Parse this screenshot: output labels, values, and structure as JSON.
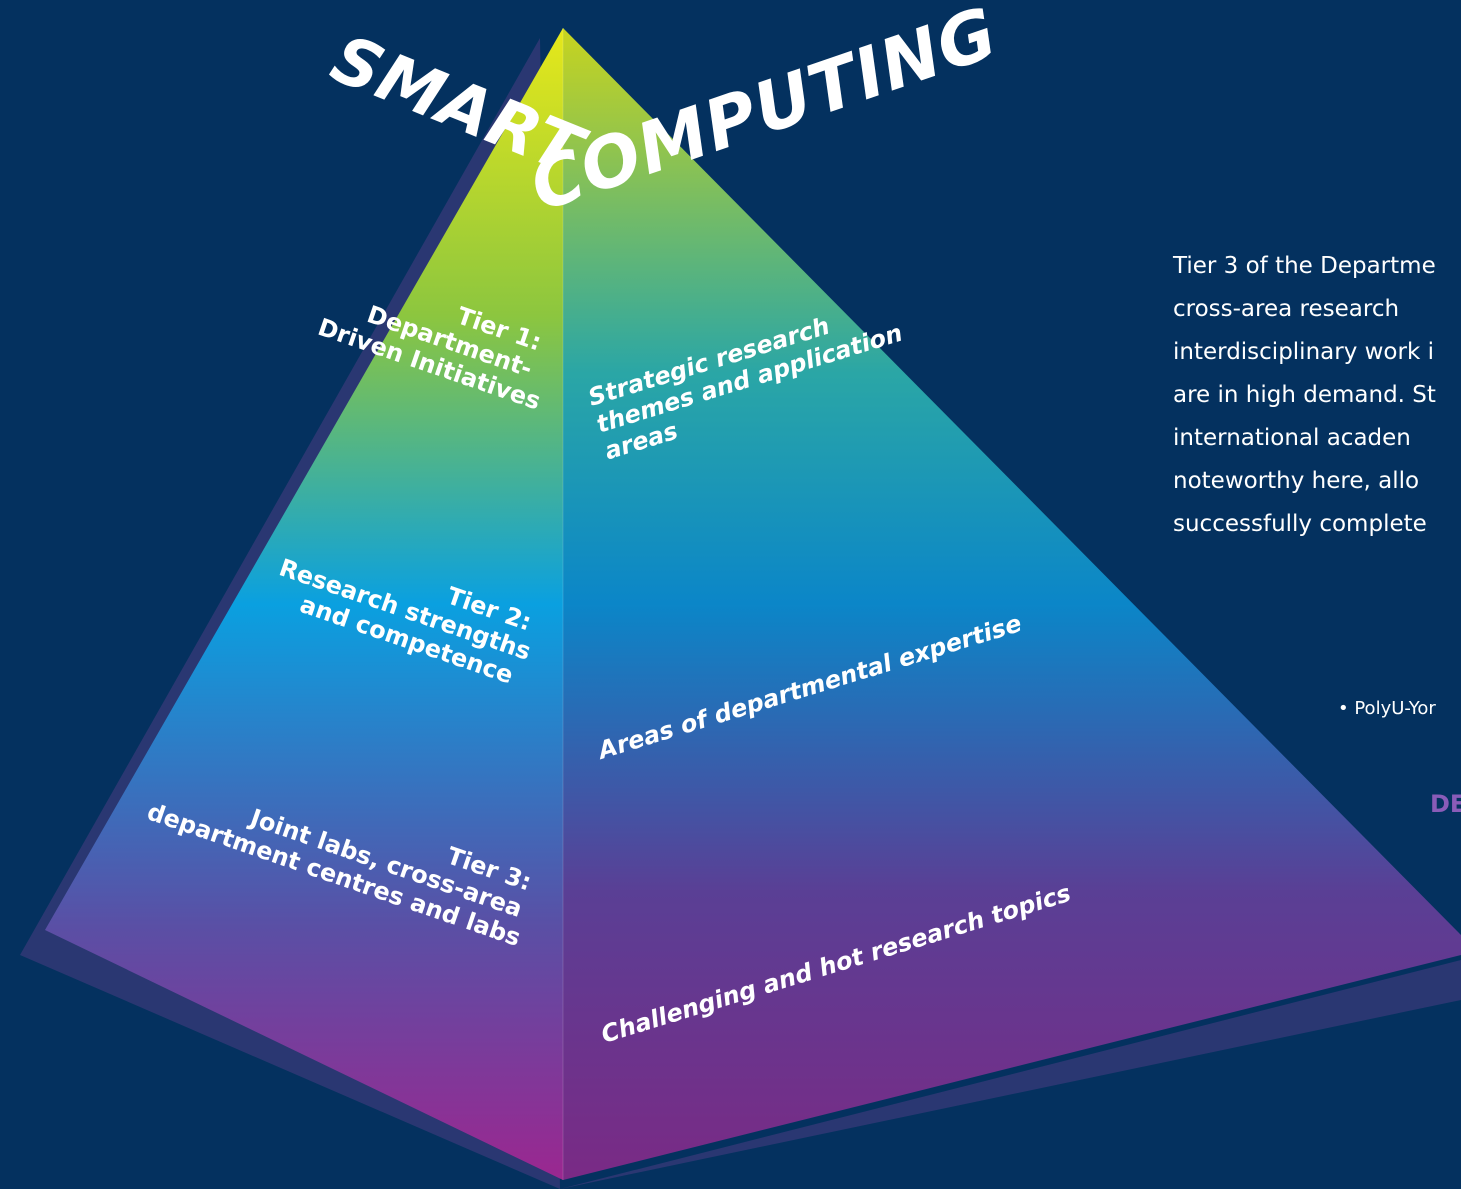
{
  "colors": {
    "background": "#04315f",
    "apex": "#e6e81a",
    "upper": "#8cc63f",
    "middle": "#0aa0e0",
    "lower": "#5a4fa5",
    "base": "#9b2790",
    "accent_text": "#8a5cb8"
  },
  "title": {
    "word1": "SMART",
    "word2": "COMPUTING"
  },
  "tiers": [
    {
      "label": "Tier 1:\nDepartment-\nDriven Initiatives",
      "description": "Strategic research\nthemes and application\nareas"
    },
    {
      "label": "Tier 2:\nResearch strengths\nand competence",
      "description": "Areas of departmental expertise"
    },
    {
      "label": "Tier 3:\nJoint labs, cross-area\ndepartment centres and labs",
      "description": "Challenging and hot research topics"
    }
  ],
  "side_text": {
    "lines": [
      "Tier 3 of the Departme",
      "cross-area    research",
      "interdisciplinary work i",
      "are in high demand. St",
      "international    acaden",
      "noteworthy  here,  allo",
      "successfully complete"
    ],
    "bullet": "• PolyU-Yor",
    "heading_fragment": "DE"
  }
}
